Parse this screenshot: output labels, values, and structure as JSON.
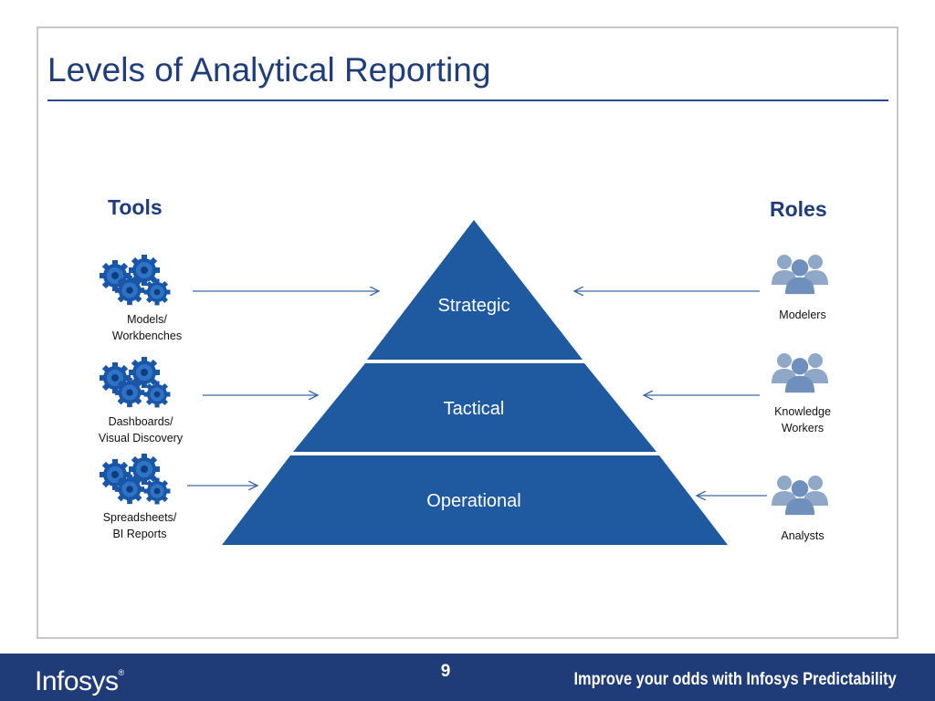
{
  "slide": {
    "title": "Levels of Analytical Reporting",
    "page_number": "9"
  },
  "tools": {
    "heading": "Tools",
    "items": [
      {
        "line1": "Models/",
        "line2": "Workbenches",
        "icon": "gears-icon"
      },
      {
        "line1": "Dashboards/",
        "line2": "Visual Discovery",
        "icon": "gears-icon"
      },
      {
        "line1": "Spreadsheets/",
        "line2": "BI Reports",
        "icon": "gears-icon"
      }
    ]
  },
  "roles": {
    "heading": "Roles",
    "items": [
      {
        "line1": "Modelers",
        "line2": "",
        "icon": "people-group-icon"
      },
      {
        "line1": "Knowledge",
        "line2": "Workers",
        "icon": "people-group-icon"
      },
      {
        "line1": "Analysts",
        "line2": "",
        "icon": "people-group-icon"
      }
    ]
  },
  "pyramid": {
    "levels": [
      "Strategic",
      "Tactical",
      "Operational"
    ]
  },
  "footer": {
    "logo": "Infosys",
    "logo_mark": "®",
    "tagline": "Improve your odds with Infosys Predictability"
  },
  "colors": {
    "pyramid_fill": "#1f5aa0",
    "title_color": "#1f3d7a",
    "footer_bg": "#1f3c78",
    "arrow_color": "#3a66a8",
    "gear_color": "#1a56a8"
  }
}
